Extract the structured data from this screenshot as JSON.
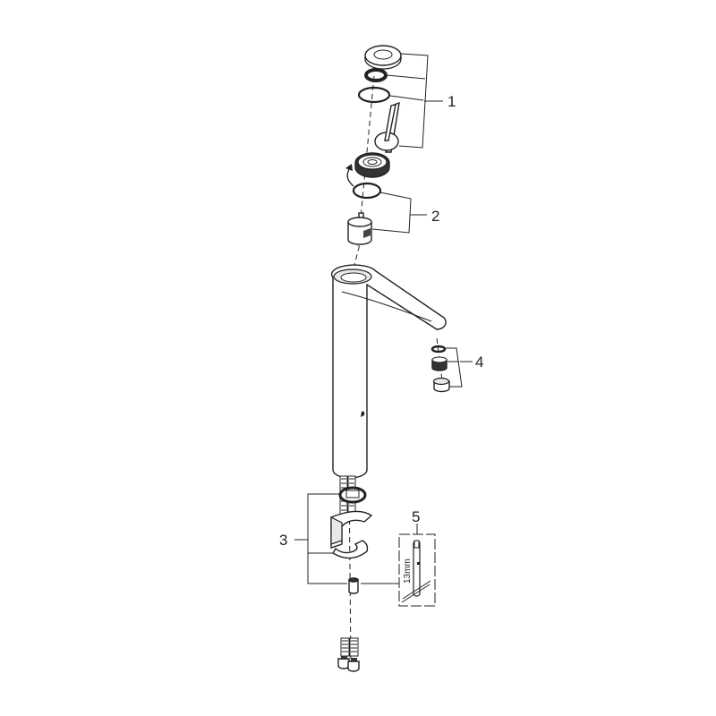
{
  "diagram": {
    "type": "exploded-parts-view",
    "subject": "single-lever basin faucet",
    "callouts": [
      {
        "id": "1",
        "label": "1",
        "parts": [
          "cover-cap",
          "small-o-ring",
          "large-o-ring",
          "lever-handle"
        ]
      },
      {
        "id": "2",
        "label": "2",
        "parts": [
          "cartridge-nut",
          "o-ring",
          "ceramic-cartridge"
        ]
      },
      {
        "id": "3",
        "label": "3",
        "parts": [
          "mounting-washer",
          "horseshoe-plate",
          "horseshoe-clamp",
          "mounting-nut"
        ]
      },
      {
        "id": "4",
        "label": "4",
        "parts": [
          "aerator-washer",
          "aerator-insert",
          "aerator-housing"
        ]
      },
      {
        "id": "5",
        "label": "5",
        "parts": [
          "13mm-wrench"
        ]
      }
    ],
    "tool_label": "13mm",
    "colors": {
      "line": "#222222",
      "background": "#ffffff"
    }
  }
}
